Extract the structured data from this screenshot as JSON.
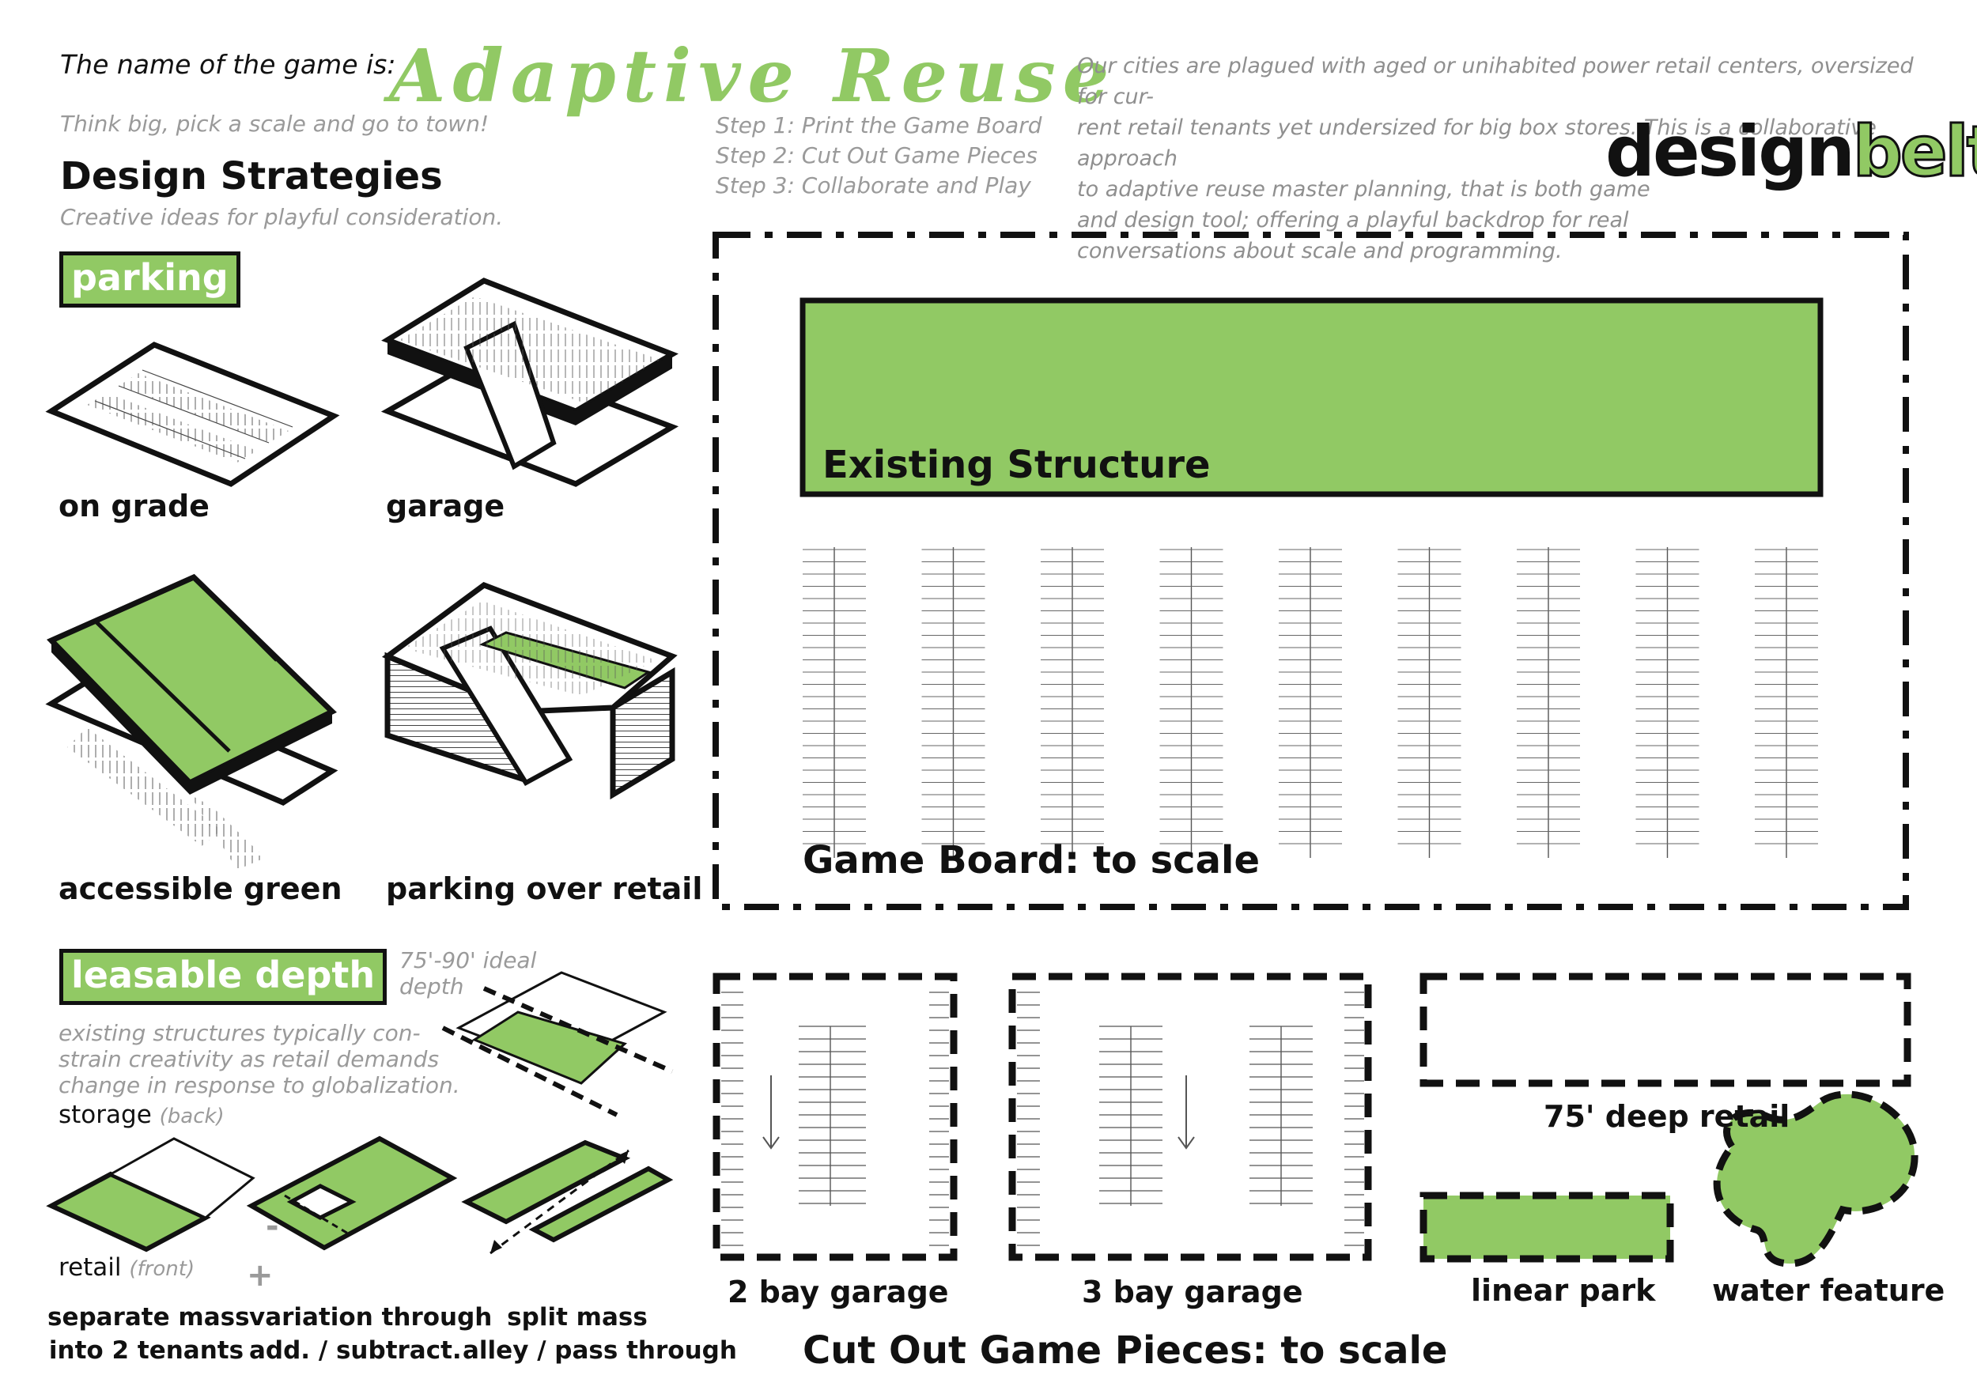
{
  "header": {
    "intro": "The name of the game is:",
    "title": "Adaptive Reuse",
    "tagline": "Think big, pick a scale and go to town!",
    "steps": [
      "Step 1: Print the Game Board",
      "Step 2: Cut Out Game Pieces",
      "Step 3: Collaborate and Play"
    ],
    "description_lines": [
      "Our cities are plagued with aged or unihabited power retail centers, oversized for cur-",
      "rent retail tenants yet undersized for big box stores. This is a collaborative approach",
      "to adaptive reuse master planning, that is both game",
      "and design tool; offering a playful backdrop for real",
      "conversations about scale and programming."
    ],
    "logo_dark": "design",
    "logo_green": "belt"
  },
  "strategies": {
    "heading": "Design Strategies",
    "subheading": "Creative ideas for playful consideration.",
    "parking": {
      "label": "parking",
      "items": [
        "on grade",
        "garage",
        "accessible green",
        "parking over retail"
      ]
    },
    "leasable": {
      "label": "leasable depth",
      "ideal_depth_lines": [
        "75'-90' ideal",
        "depth"
      ],
      "note_lines": [
        "existing structures typically con-",
        "strain creativity as retail demands",
        "change in response to globalization."
      ],
      "storage": "storage",
      "storage_note": "(back)",
      "retail": "retail",
      "retail_note": "(front)",
      "minus": "-",
      "plus": "+",
      "captions": [
        [
          "separate mass",
          "into 2 tenants"
        ],
        [
          "variation through",
          "add. / subtract."
        ],
        [
          "split mass",
          "alley / pass through"
        ]
      ]
    }
  },
  "board": {
    "existing": "Existing Structure",
    "label": "Game Board: to scale"
  },
  "pieces": {
    "two_bay": "2 bay garage",
    "three_bay": "3 bay garage",
    "retail": "75' deep retail",
    "park": "linear park",
    "water": "water feature",
    "label": "Cut Out Game Pieces: to scale"
  },
  "colors": {
    "green": "#91c964",
    "ink": "#111111",
    "gray": "#9a9a9a"
  }
}
